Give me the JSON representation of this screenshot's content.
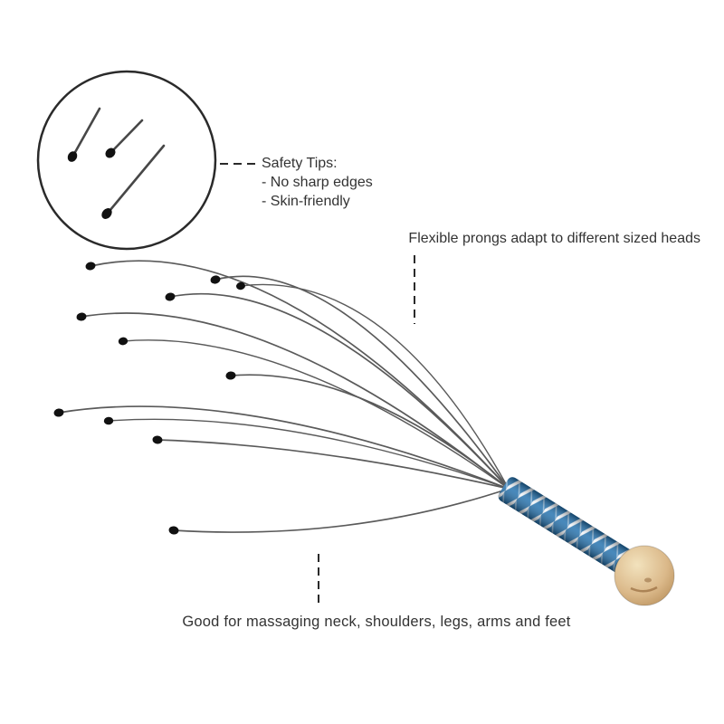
{
  "callouts": {
    "safety": {
      "title": "Safety Tips:",
      "items": [
        "- No sharp edges",
        "- Skin-friendly"
      ]
    },
    "prongs": {
      "label": "Flexible prongs adapt to different sized heads"
    },
    "uses": {
      "label": "Good for massaging neck, shoulders, legs, arms and feet"
    }
  },
  "colors": {
    "page_bg": "#ffffff",
    "text_color": "#333333",
    "line_dark": "#2a2a2a",
    "wire_gray": "#5a5a5a",
    "tip_black": "#111111",
    "handle_blue": "#1f6fad",
    "stripe_white": "#f2f6fa",
    "wood_light": "#f2e2bd",
    "wood_mid": "#dbb98a",
    "wood_dark": "#b0854f"
  }
}
